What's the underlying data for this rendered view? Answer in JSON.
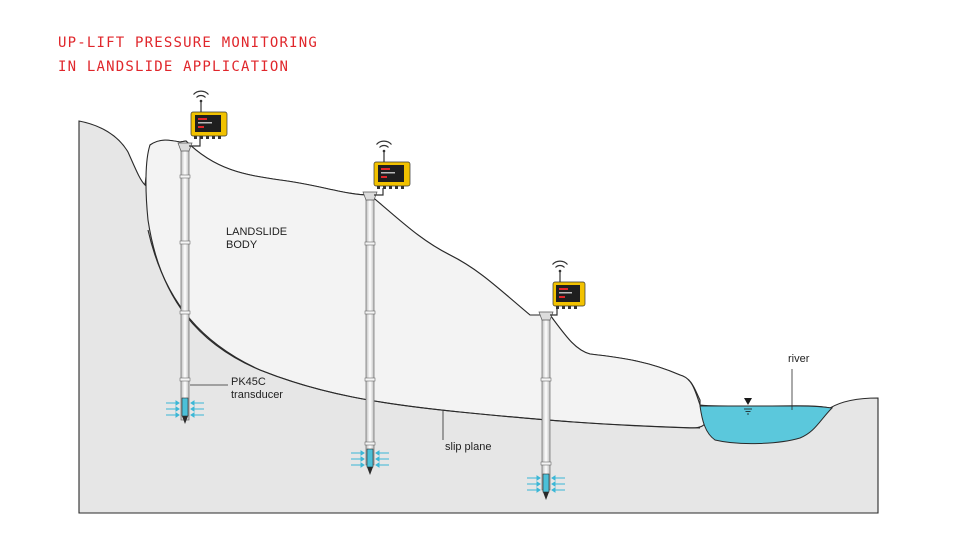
{
  "title": {
    "line1": "UP-LIFT PRESSURE MONITORING",
    "line2": "IN LANDSLIDE APPLICATION"
  },
  "labels": {
    "landslide_body_line1": "LANDSLIDE",
    "landslide_body_line2": "BODY",
    "transducer_line1": "PK45C",
    "transducer_line2": "transducer",
    "slip_plane": "slip plane",
    "river": "river"
  },
  "colors": {
    "title": "#e0262b",
    "ground": "#e6e6e6",
    "landslide_body": "#f2f2f2",
    "water": "#5bc8dc",
    "logger_body": "#f2c200",
    "logger_panel": "#1f1f1f",
    "arrows": "#3bb7d6"
  },
  "icons": {
    "wireless": "wifi-signal-icon",
    "water_level": "water-level-triangle-icon",
    "logger": "data-logger-icon",
    "flow": "water-pressure-arrows-icon"
  }
}
